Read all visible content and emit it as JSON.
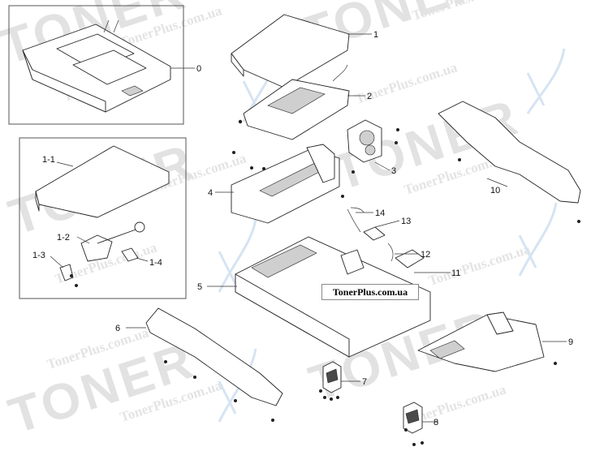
{
  "watermark": {
    "brand_big": "TONER",
    "brand_site": "TonerPlus.com.ua"
  },
  "banner": {
    "text": "TonerPlus.com.ua"
  },
  "callouts": [
    {
      "id": "c-0",
      "label": "0"
    },
    {
      "id": "c-1",
      "label": "1"
    },
    {
      "id": "c-2",
      "label": "2"
    },
    {
      "id": "c-3",
      "label": "3"
    },
    {
      "id": "c-4",
      "label": "4"
    },
    {
      "id": "c-5",
      "label": "5"
    },
    {
      "id": "c-6",
      "label": "6"
    },
    {
      "id": "c-7",
      "label": "7"
    },
    {
      "id": "c-8",
      "label": "8"
    },
    {
      "id": "c-9",
      "label": "9"
    },
    {
      "id": "c-10",
      "label": "10"
    },
    {
      "id": "c-11",
      "label": "11"
    },
    {
      "id": "c-12",
      "label": "12"
    },
    {
      "id": "c-13",
      "label": "13"
    },
    {
      "id": "c-14",
      "label": "14"
    },
    {
      "id": "c-1-1",
      "label": "1-1"
    },
    {
      "id": "c-1-2",
      "label": "1-2"
    },
    {
      "id": "c-1-3",
      "label": "1-3"
    },
    {
      "id": "c-1-4",
      "label": "1-4"
    }
  ]
}
